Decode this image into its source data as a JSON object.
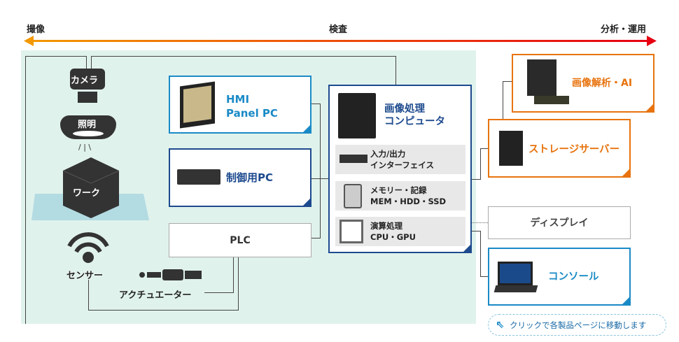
{
  "stages": {
    "left": "撮像",
    "center": "検査",
    "right": "分析・運用"
  },
  "colors": {
    "arrow_start": "#f39800",
    "arrow_end": "#e60012",
    "area_bg": "#e0f2ec",
    "hmi": "#1a8ac6",
    "navy": "#1d4a8e",
    "orange": "#e8730e",
    "gray": "#aaaaaa"
  },
  "field": {
    "camera": "カメラ",
    "lighting": "照明",
    "work": "ワーク",
    "sensor": "センサー",
    "actuator": "アクチュエーター"
  },
  "boxes": {
    "hmi": "HMI\nPanel PC",
    "control_pc": "制御用PC",
    "plc": "PLC",
    "computer": {
      "title": "画像処理\nコンピュータ",
      "items": [
        {
          "label": "入力/出力\nインターフェイス",
          "icon": "io-card-icon"
        },
        {
          "label": "メモリー・記録\nMEM・HDD・SSD",
          "icon": "hdd-icon"
        },
        {
          "label": "演算処理\nCPU・GPU",
          "icon": "cpu-icon"
        }
      ]
    },
    "ai": "画像解析・AI",
    "storage": "ストレージサーバー",
    "display": "ディスプレイ",
    "console": "コンソール"
  },
  "hint": "クリックで各製品ページに移動します"
}
